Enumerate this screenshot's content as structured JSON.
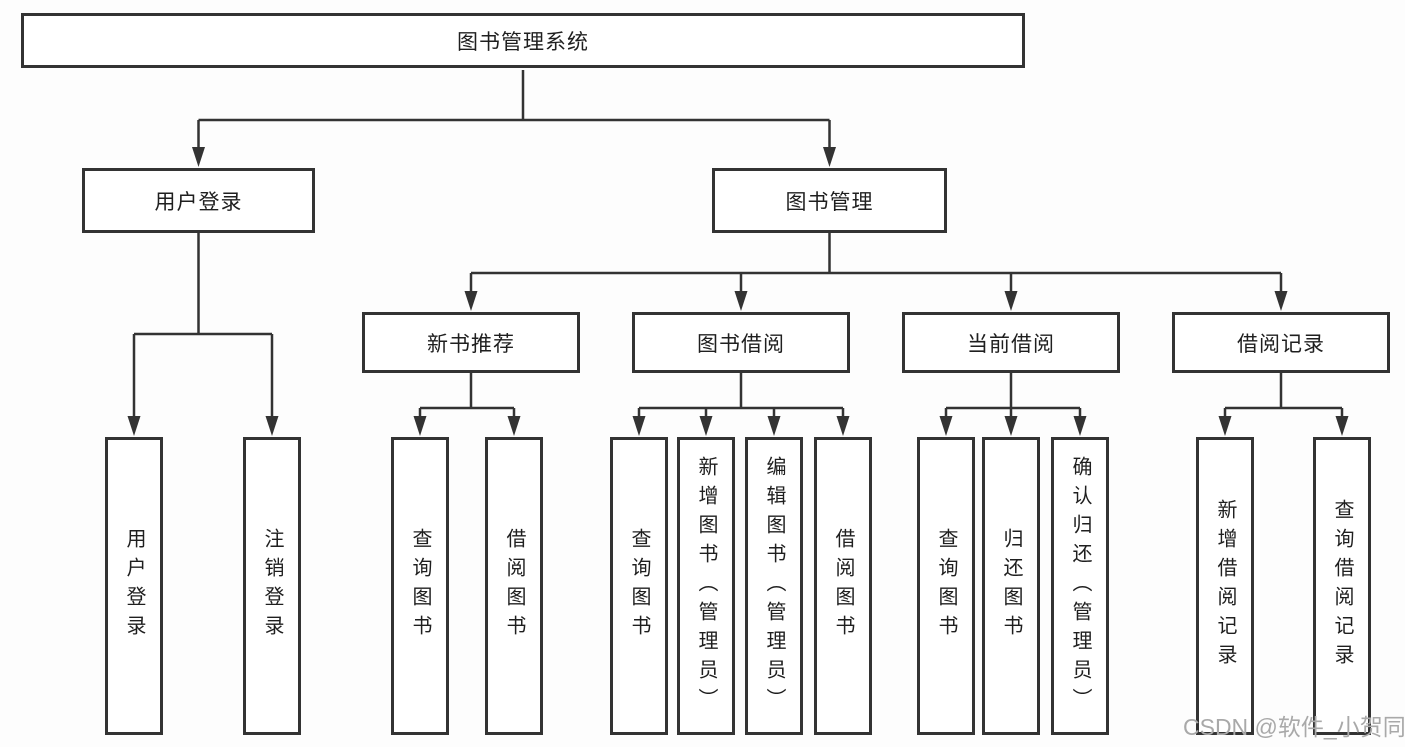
{
  "nodes": {
    "root": "图书管理系统",
    "branches": {
      "user": "用户登录",
      "book": "图书管理"
    },
    "sections": {
      "new_books": "新书推荐",
      "borrow": "图书借阅",
      "current": "当前借阅",
      "records": "借阅记录"
    },
    "leaves": {
      "user": [
        "用户登录",
        "注销登录"
      ],
      "new_books": [
        "查询图书",
        "借阅图书"
      ],
      "borrow": [
        "查询图书",
        "新增图书（管理员）",
        "编辑图书（管理员）",
        "借阅图书"
      ],
      "current": [
        "查询图书",
        "归还图书",
        "确认归还（管理员）"
      ],
      "records": [
        "新增借阅记录",
        "查询借阅记录"
      ]
    }
  },
  "watermark": "CSDN @软件_小贺同学",
  "colors": {
    "line": "#333333",
    "text": "#1f1f1f",
    "watermark": "#a9a9a9",
    "background": "#fdfdfd"
  }
}
